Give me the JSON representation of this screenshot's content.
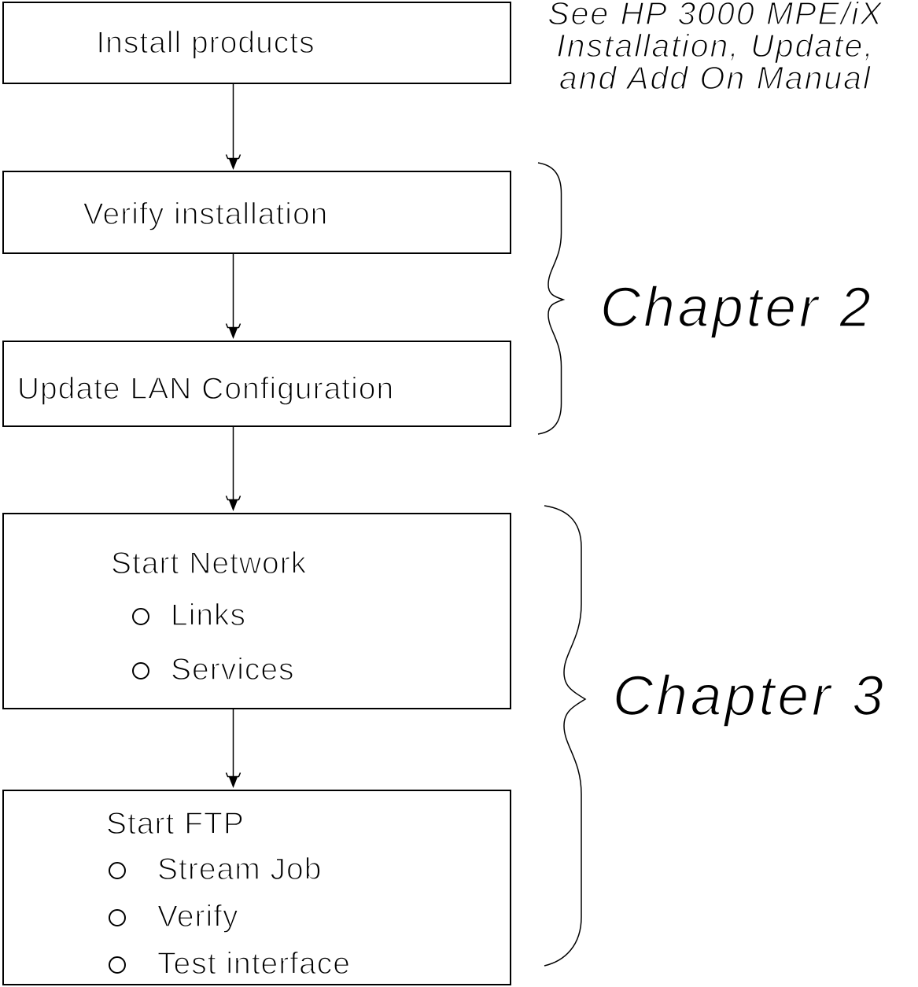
{
  "diagram": {
    "note": {
      "lines": [
        "See HP 3000 MPE/iX",
        "Installation, Update,",
        "and Add On Manual"
      ]
    },
    "flow": {
      "install": "Install products",
      "verify": "Verify installation",
      "update_lan": "Update LAN Configuration",
      "start_network": {
        "title": "Start Network",
        "bullets": [
          "Links",
          "Services"
        ]
      },
      "start_ftp": {
        "title": "Start FTP",
        "bullets": [
          "Stream Job",
          "Verify",
          "Test interface"
        ]
      }
    },
    "chapter_labels": {
      "chapter2": "Chapter 2",
      "chapter3": "Chapter 3"
    },
    "colors": {
      "line": "#000000",
      "background": "#ffffff",
      "text": "#000000"
    }
  }
}
